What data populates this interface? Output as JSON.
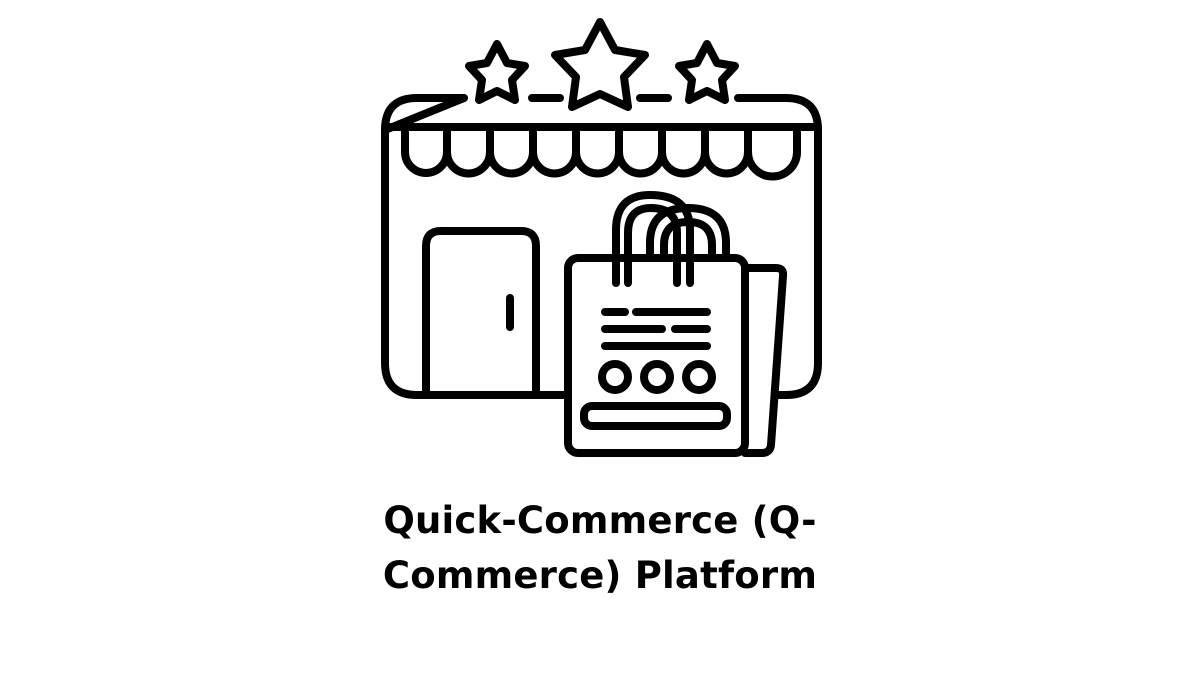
{
  "illustration": {
    "subject": "storefront-with-shopping-bag",
    "stroke_color": "#000000",
    "background_color": "#ffffff",
    "stars_count": 3,
    "awning_scallops": 9,
    "bag_buttons": 3
  },
  "caption": {
    "line1": "Quick-Commerce (Q-",
    "line2": "Commerce) Platform"
  }
}
